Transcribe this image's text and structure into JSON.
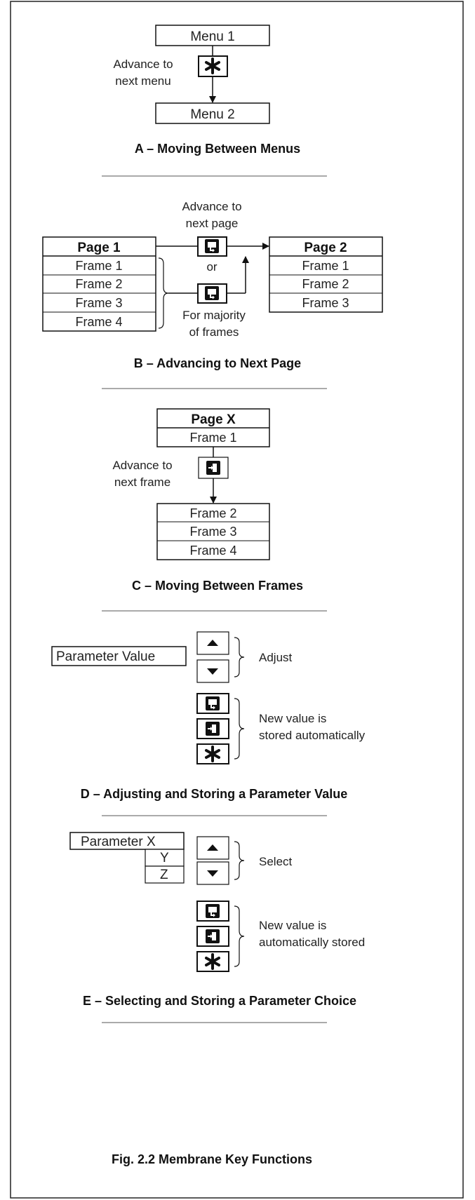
{
  "section_a": {
    "menu1": "Menu 1",
    "menu2": "Menu 2",
    "note_line1": "Advance to",
    "note_line2": "next menu",
    "caption": "A – Moving Between Menus"
  },
  "section_b": {
    "page1": "Page 1",
    "page1_frames": [
      "Frame 1",
      "Frame 2",
      "Frame 3",
      "Frame 4"
    ],
    "page2": "Page 2",
    "page2_frames": [
      "Frame 1",
      "Frame 2",
      "Frame 3"
    ],
    "top_note_line1": "Advance to",
    "top_note_line2": "next page",
    "or": "or",
    "bottom_note_line1": "For majority",
    "bottom_note_line2": "of frames",
    "caption": "B – Advancing to Next Page"
  },
  "section_c": {
    "page_x": "Page X",
    "frame1": "Frame 1",
    "frames_below": [
      "Frame 2",
      "Frame 3",
      "Frame 4"
    ],
    "note_line1": "Advance to",
    "note_line2": "next frame",
    "caption": "C – Moving Between Frames"
  },
  "section_d": {
    "param_value": "Parameter Value",
    "adjust": "Adjust",
    "store_line1": "New value is",
    "store_line2": "stored automatically",
    "caption": "D – Adjusting and Storing a Parameter Value"
  },
  "section_e": {
    "param_x": "Parameter X",
    "options": [
      "Y",
      "Z"
    ],
    "select": "Select",
    "store_line1": "New value is",
    "store_line2": "automatically stored",
    "caption": "E – Selecting and Storing a Parameter Choice"
  },
  "figure_caption": "Fig. 2.2 Membrane Key Functions",
  "icons": {
    "menu_key": "asterisk-key-icon",
    "page_key": "page-advance-key-icon",
    "frame_key": "frame-advance-key-icon",
    "up_key": "up-arrow-key-icon",
    "down_key": "down-arrow-key-icon"
  }
}
